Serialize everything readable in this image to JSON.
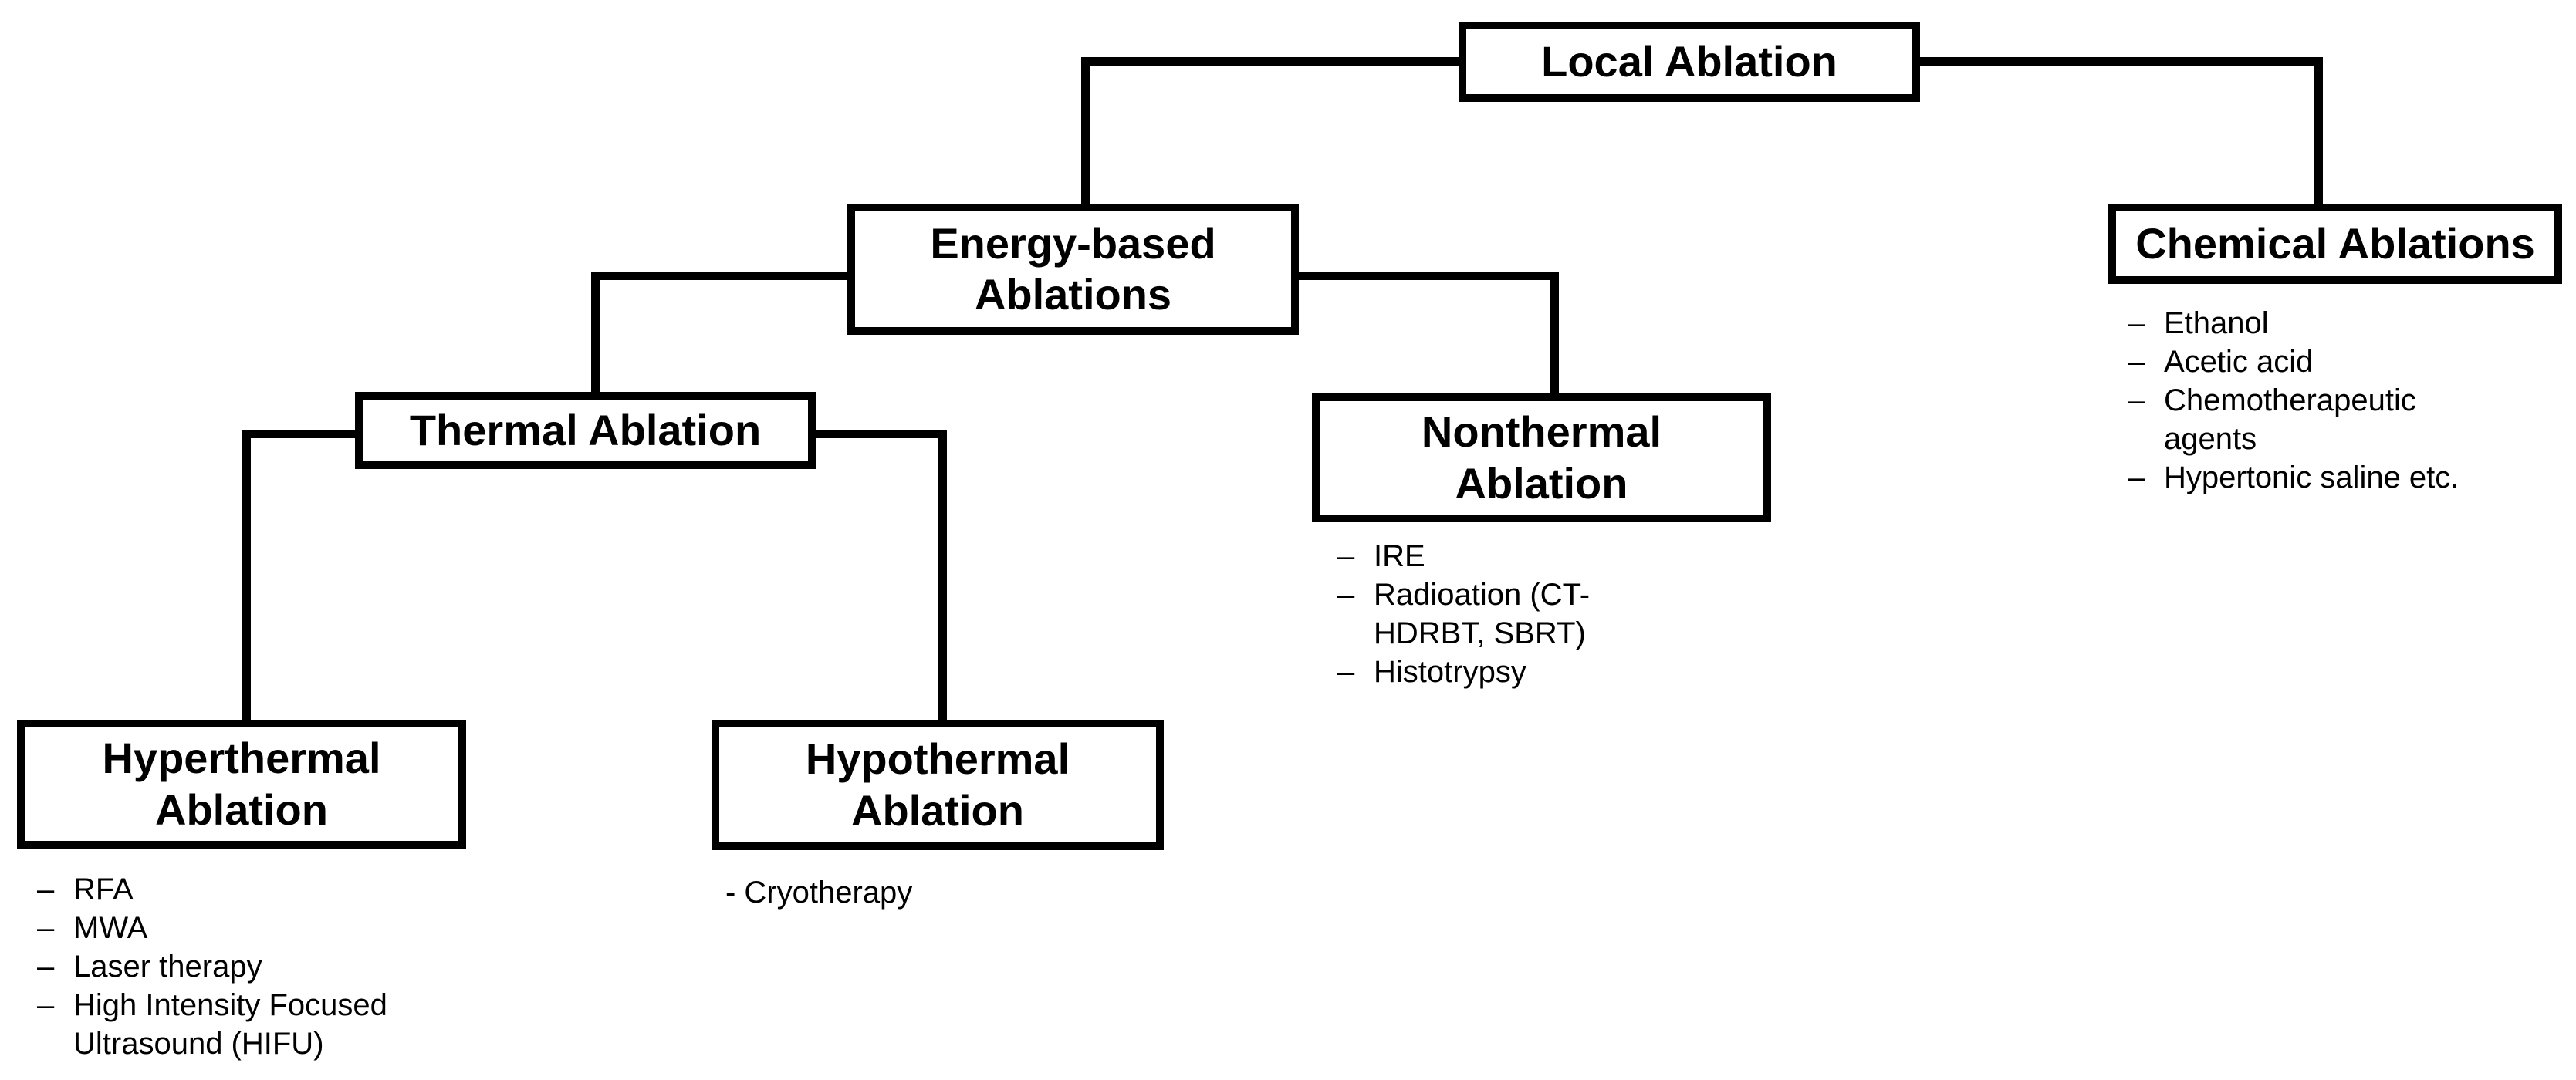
{
  "diagram": {
    "colors": {
      "line": "#000000",
      "box_background": "#ffffff",
      "text": "#000000"
    },
    "nodes": {
      "local": {
        "label": "Local Ablation"
      },
      "energy": {
        "label": "Energy-based\nAblations"
      },
      "chemical": {
        "label": "Chemical Ablations"
      },
      "thermal": {
        "label": "Thermal Ablation"
      },
      "nonthermal": {
        "label": "Nonthermal\nAblation"
      },
      "hyperthermal": {
        "label": "Hyperthermal\nAblation"
      },
      "hypothermal": {
        "label": "Hypothermal\nAblation"
      }
    },
    "lists": {
      "chemical": {
        "bullet": "–",
        "items": [
          "Ethanol",
          "Acetic acid",
          "Chemotherapeutic agents",
          "Hypertonic saline etc."
        ]
      },
      "nonthermal": {
        "bullet": "–",
        "items": [
          "IRE",
          "Radioation (CT-HDRBT, SBRT)",
          "Histotrypsy"
        ]
      },
      "hyperthermal": {
        "bullet": "–",
        "items": [
          "RFA",
          "MWA",
          "Laser therapy",
          "High Intensity Focused Ultrasound (HIFU)"
        ]
      },
      "hypothermal_note": "- Cryotherapy"
    }
  }
}
